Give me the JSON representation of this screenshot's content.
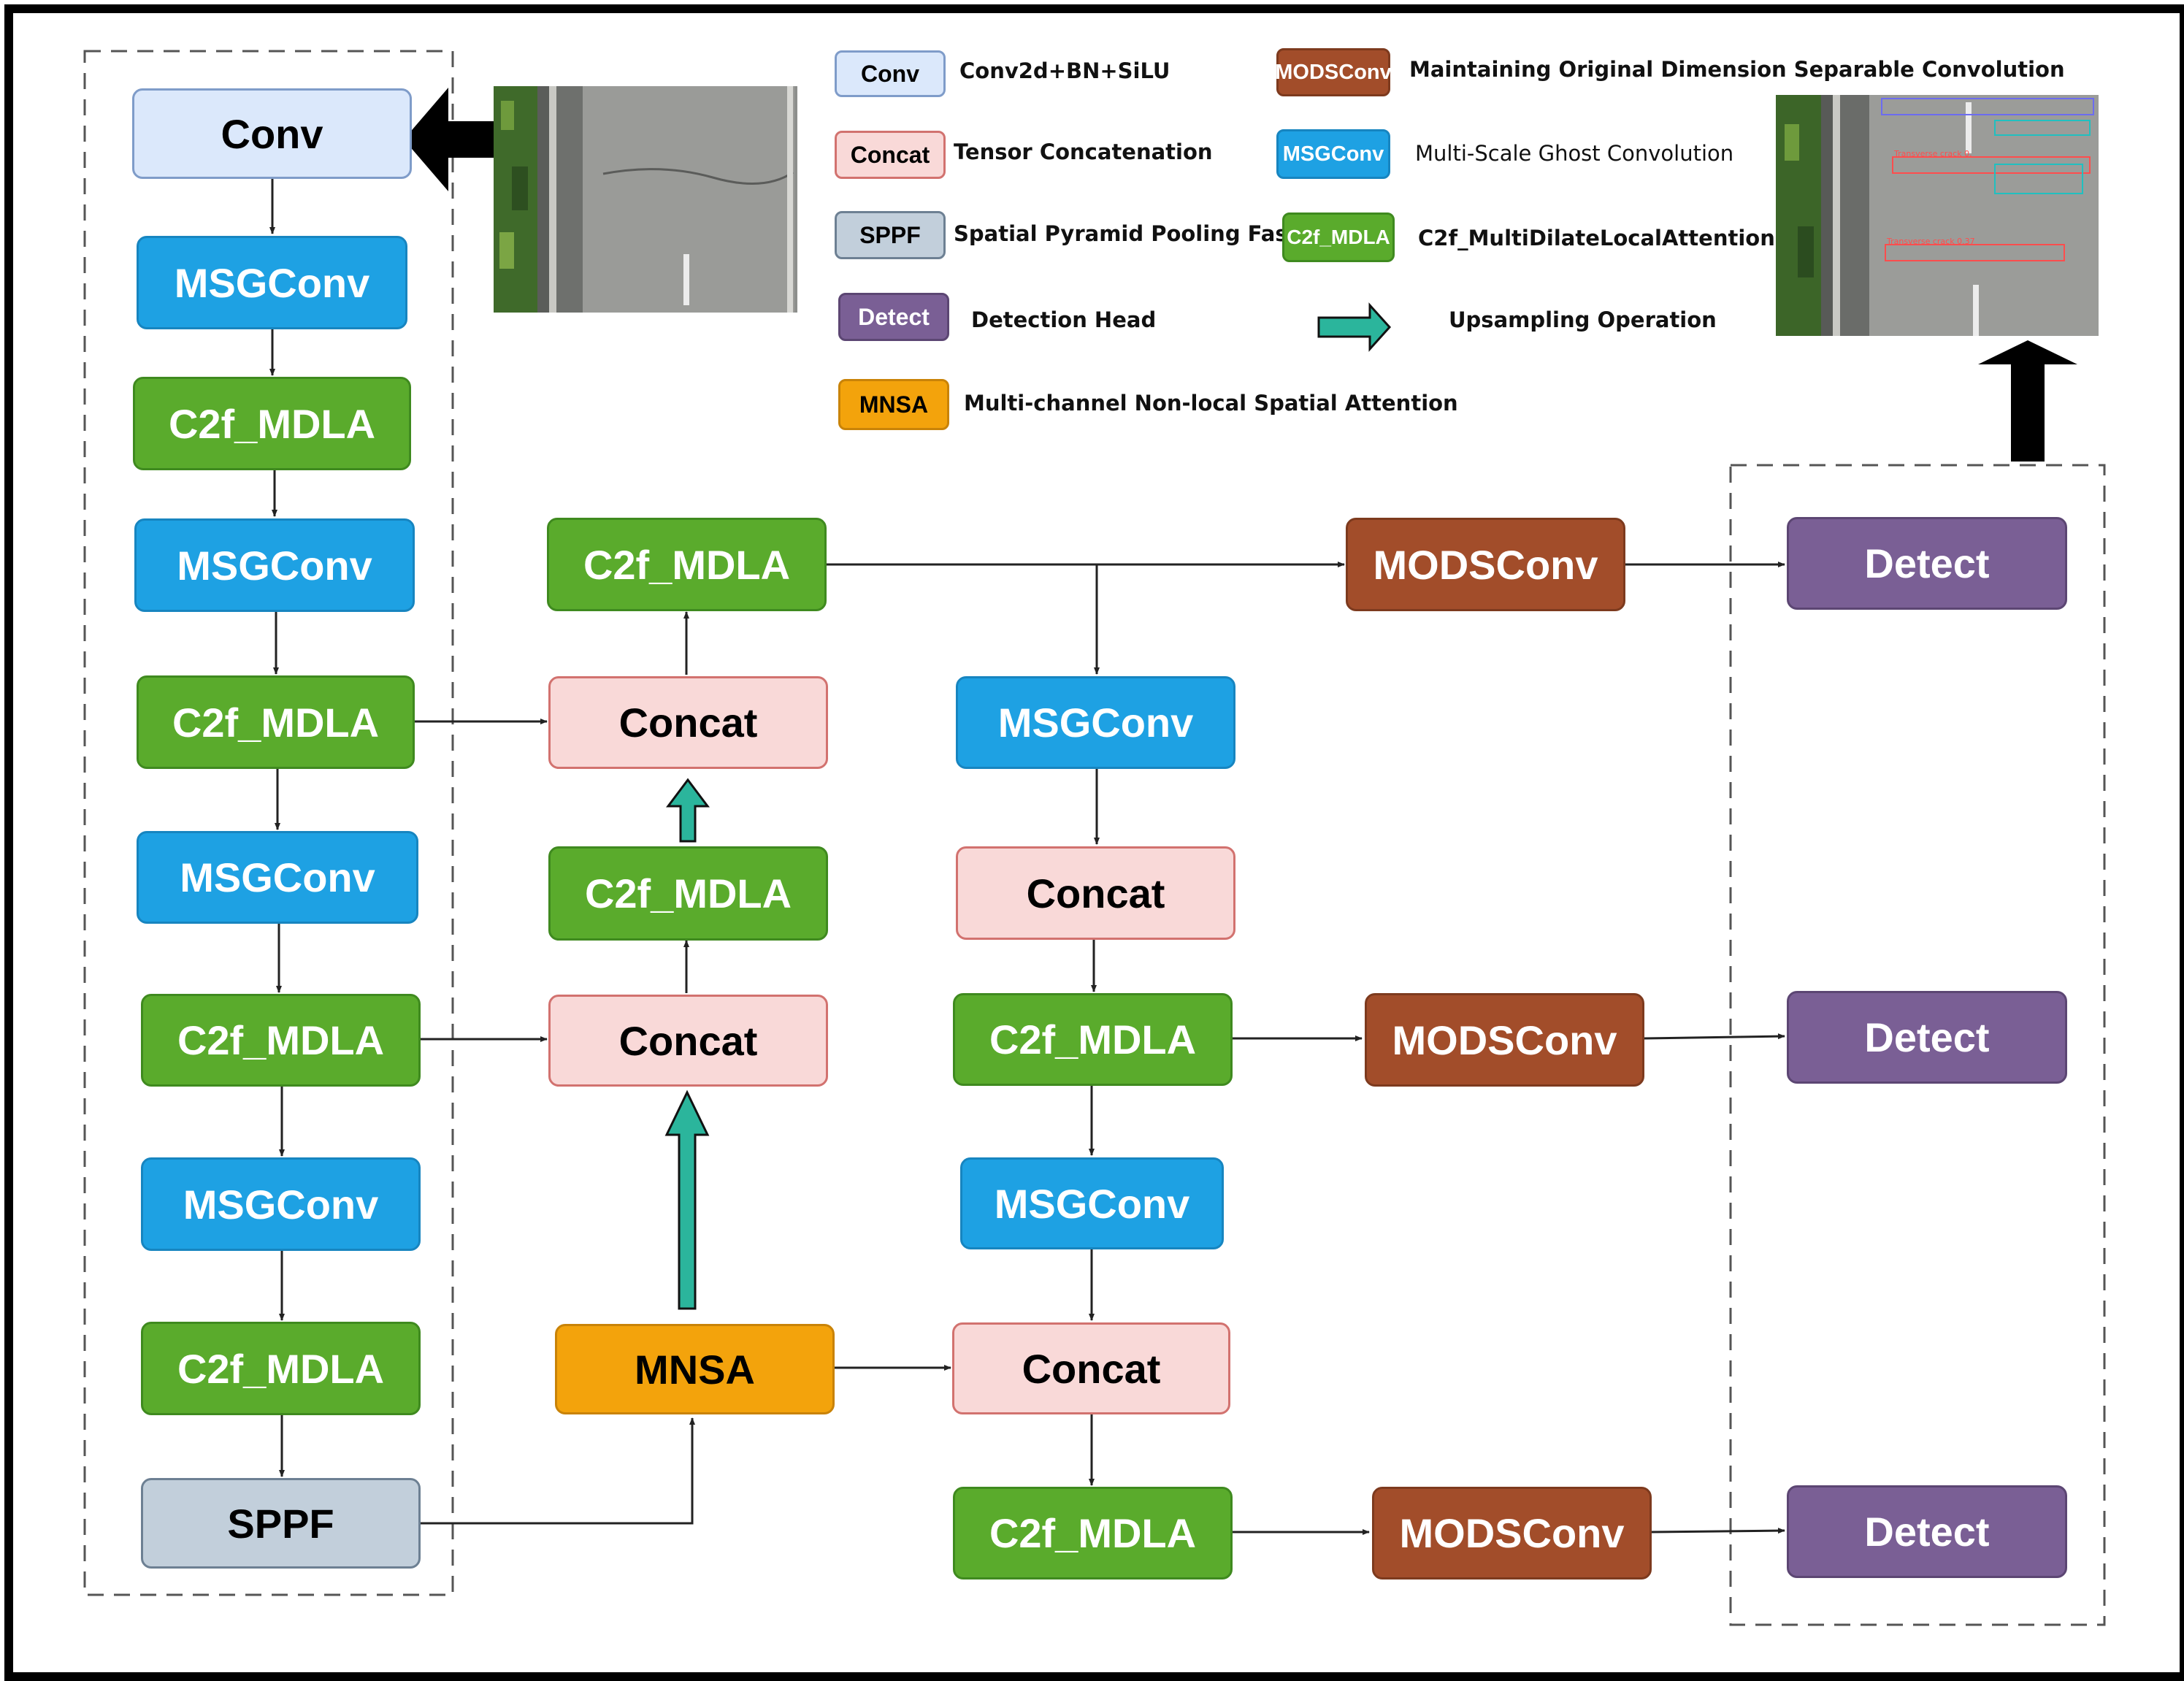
{
  "nodes": {
    "backbone_conv": "Conv",
    "backbone_msg1": "MSGConv",
    "backbone_c2f1": "C2f_MDLA",
    "backbone_msg2": "MSGConv",
    "backbone_c2f2": "C2f_MDLA",
    "backbone_msg3": "MSGConv",
    "backbone_c2f3": "C2f_MDLA",
    "backbone_msg4": "MSGConv",
    "backbone_c2f4": "C2f_MDLA",
    "backbone_sppf": "SPPF",
    "neck_c2f_top": "C2f_MDLA",
    "neck_concat1": "Concat",
    "neck_c2f_mid": "C2f_MDLA",
    "neck_concat2": "Concat",
    "neck_mnsa": "MNSA",
    "path_msg1": "MSGConv",
    "path_concat1": "Concat",
    "path_c2f1": "C2f_MDLA",
    "path_msg2": "MSGConv",
    "path_concat2": "Concat",
    "path_c2f2": "C2f_MDLA",
    "mods1": "MODSConv",
    "mods2": "MODSConv",
    "mods3": "MODSConv",
    "detect1": "Detect",
    "detect2": "Detect",
    "detect3": "Detect"
  },
  "legend": {
    "conv": {
      "key": "Conv",
      "desc": "Conv2d+BN+SiLU"
    },
    "concat": {
      "key": "Concat",
      "desc": "Tensor Concatenation"
    },
    "sppf": {
      "key": "SPPF",
      "desc": "Spatial Pyramid Pooling Fast"
    },
    "detect": {
      "key": "Detect",
      "desc": "Detection Head"
    },
    "mnsa": {
      "key": "MNSA",
      "desc": "Multi-channel Non-local Spatial Attention"
    },
    "mods": {
      "key": "MODSConv",
      "desc": "Maintaining Original Dimension Separable Convolution"
    },
    "msg": {
      "key": "MSGConv",
      "desc": "Multi-Scale Ghost Convolution"
    },
    "c2f": {
      "key": "C2f_MDLA",
      "desc": "C2f_MultiDilateLocalAttention"
    },
    "upsample": {
      "desc": "Upsampling Operation"
    }
  },
  "output_image": {
    "labels": [
      "Transverse crack 0.",
      "Transverse crack 0.37"
    ]
  },
  "colors": {
    "conv": "#dbe8fb",
    "msgconv": "#1ea1e3",
    "c2f_mdla": "#5aab2c",
    "concat": "#f9d9d8",
    "sppf": "#c2cfdb",
    "mnsa": "#f3a30c",
    "modsconv": "#a24d2a",
    "detect": "#7a5f95",
    "upsample_arrow": "#2bb59c"
  }
}
